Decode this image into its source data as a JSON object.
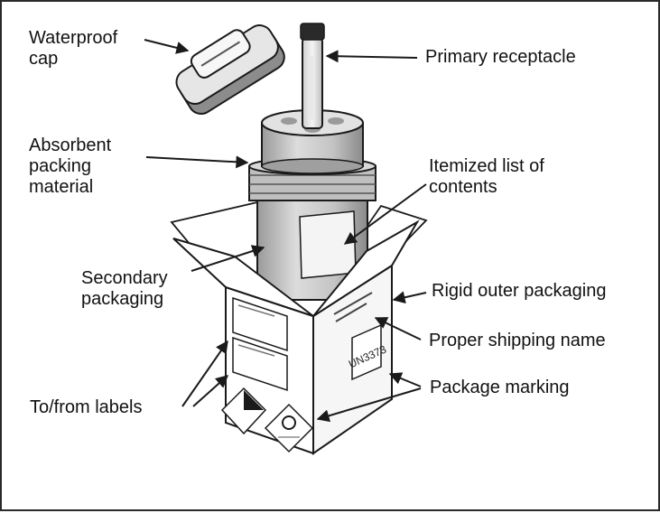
{
  "labels": {
    "waterproof_cap": [
      "Waterproof",
      "cap"
    ],
    "primary_receptacle": "Primary receptacle",
    "absorbent_packing": [
      "Absorbent",
      "packing",
      "material"
    ],
    "itemized_list": [
      "Itemized list of",
      "contents"
    ],
    "secondary_packaging": [
      "Secondary",
      "packaging"
    ],
    "rigid_outer_packaging": "Rigid outer packaging",
    "proper_shipping_name": "Proper shipping name",
    "package_marking": "Package marking",
    "to_from_labels": "To/from labels"
  },
  "box_print": {
    "un_marking": "UN3373"
  },
  "colors": {
    "line": "#1a1a1a",
    "light_gray": "#d9d9d9",
    "mid_gray": "#a8a8a8",
    "dark_gray": "#6e6e6e"
  }
}
